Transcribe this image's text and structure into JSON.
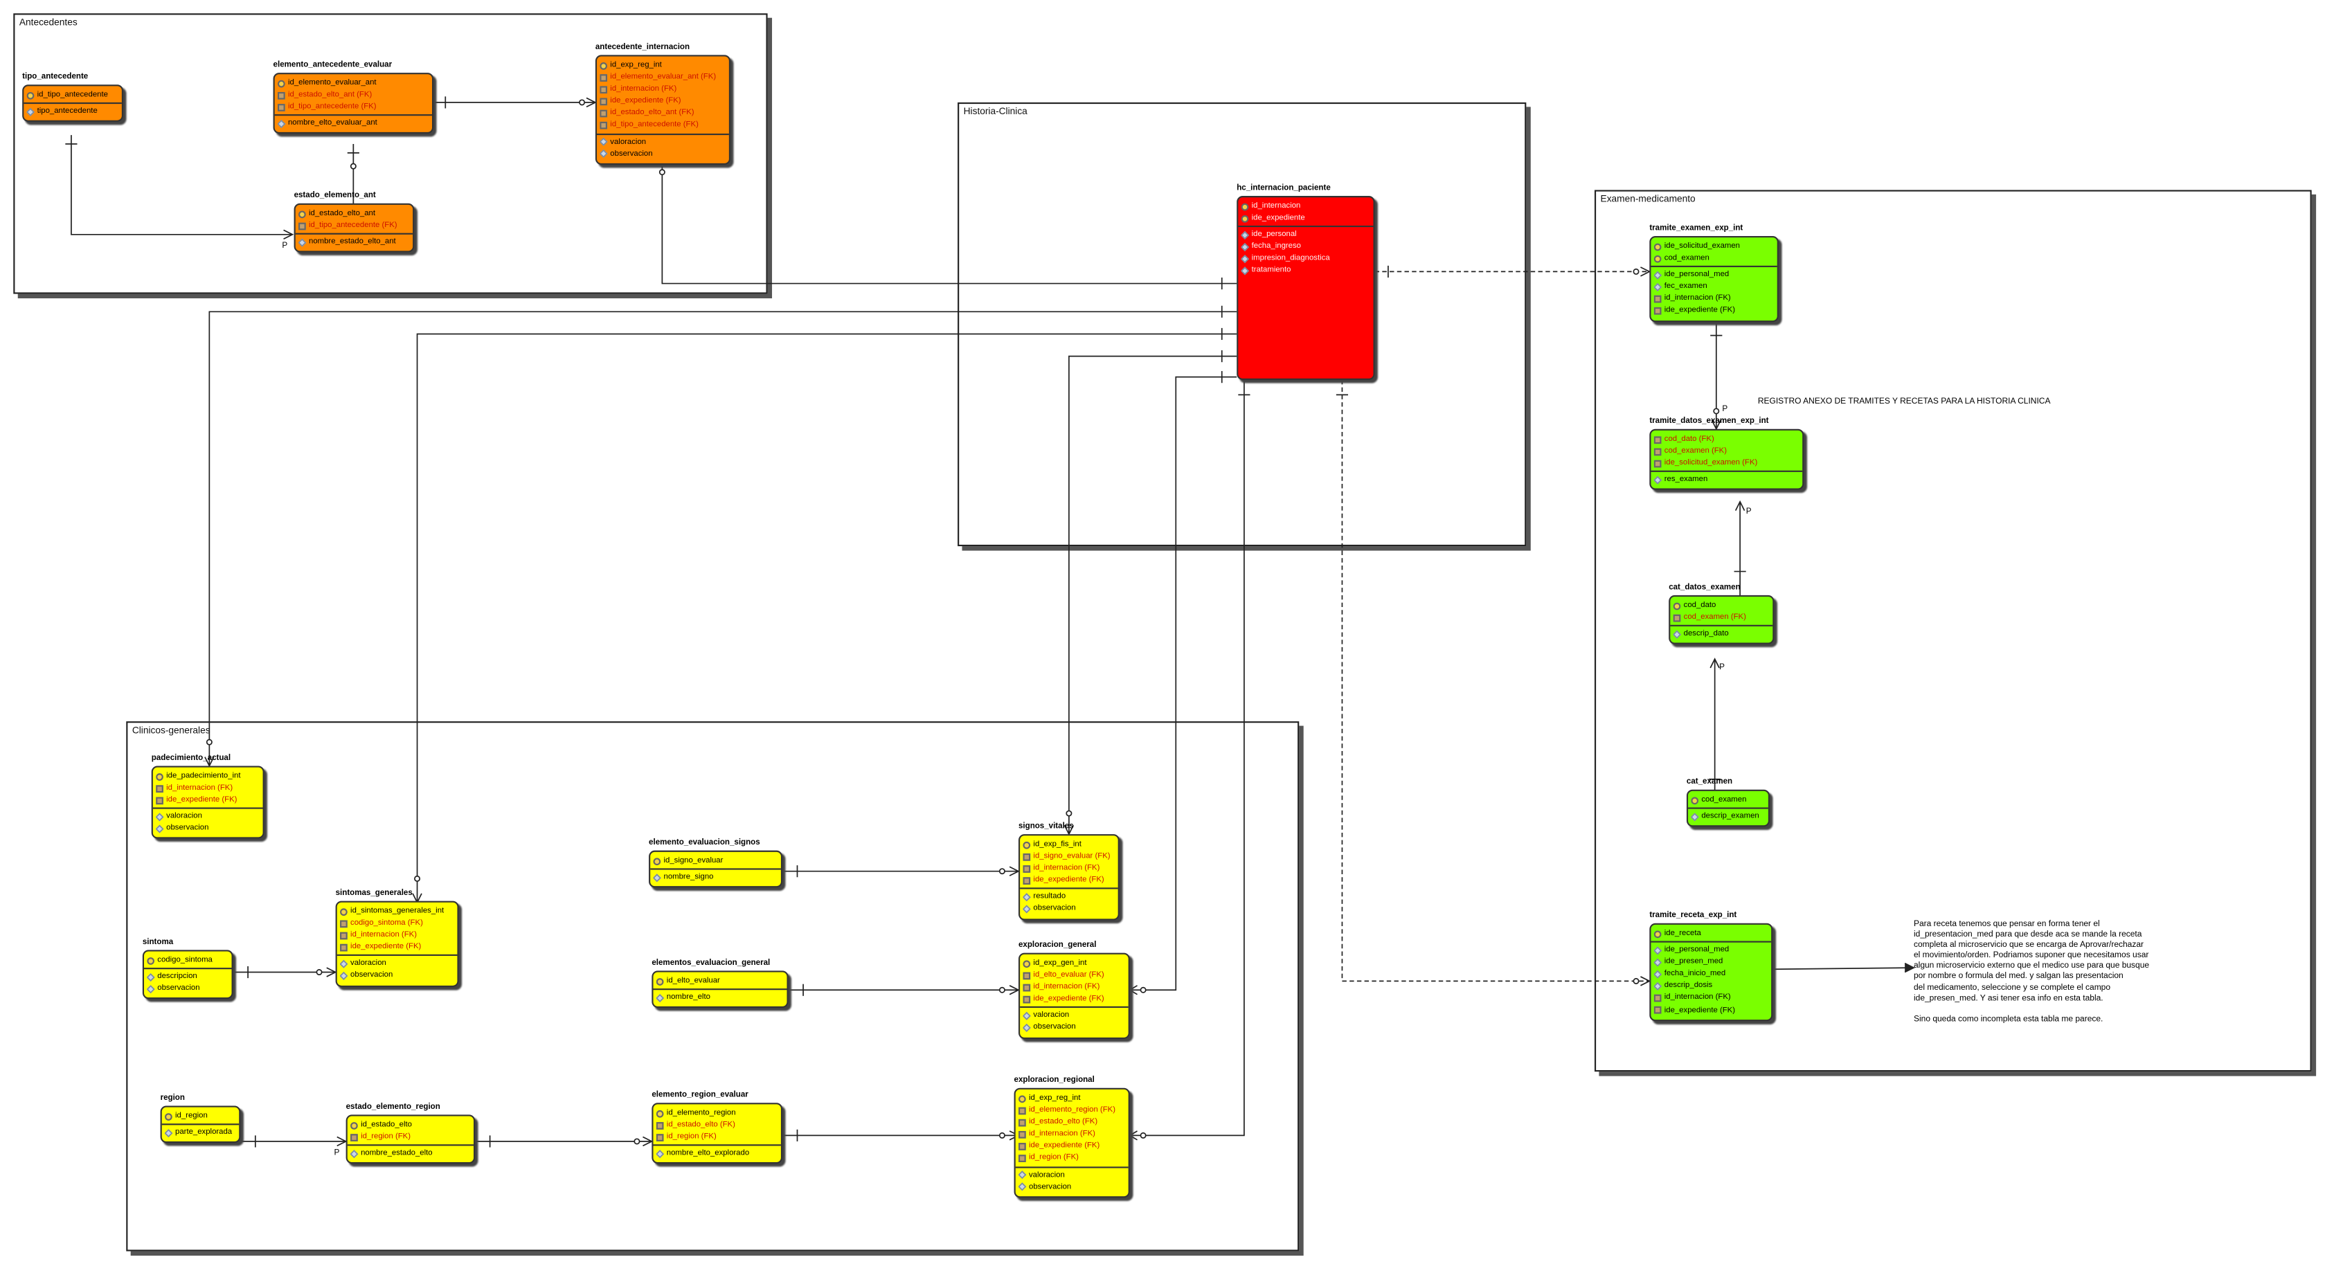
{
  "areas": {
    "antecedentes": "Antecedentes",
    "historia": "Historia-Clinica",
    "examen": "Examen-medicamento",
    "clinicos": "Clinicos-generales"
  },
  "notes": {
    "registro": "REGISTRO ANEXO DE TRAMITES Y RECETAS PARA LA HISTORIA CLINICA",
    "receta_lines": [
      "Para receta tenemos que pensar en forma tener el",
      "id_presentacion_med para que desde aca se mande la receta",
      "completa al microservicio que se encarga de Aprovar/rechazar",
      "el movimiento/orden. Podriamos suponer que necesitamos usar",
      "algun microservicio externo que el medico use para que  busque",
      "por nombre o formula del med. y salgan las  presentacion",
      "del medicamento, seleccione y se complete el campo",
      "ide_presen_med. Y asi tener esa info en esta tabla.",
      "",
      "Sino queda como incompleta esta tabla me parece."
    ]
  },
  "relation_labels": {
    "p": "P"
  },
  "entities": {
    "tipo_antecedente": {
      "name": "tipo_antecedente",
      "sections": [
        [
          {
            "text": "id_tipo_antecedente",
            "type": "key"
          }
        ],
        [
          {
            "text": "tipo_antecedente",
            "type": "col"
          }
        ]
      ]
    },
    "elemento_antecedente_evaluar": {
      "name": "elemento_antecedente_evaluar",
      "sections": [
        [
          {
            "text": "id_elemento_evaluar_ant",
            "type": "key"
          },
          {
            "text": "id_estado_elto_ant (FK)",
            "type": "fk"
          },
          {
            "text": "id_tipo_antecedente (FK)",
            "type": "fk"
          }
        ],
        [
          {
            "text": "nombre_elto_evaluar_ant",
            "type": "col"
          }
        ]
      ]
    },
    "antecedente_internacion": {
      "name": "antecedente_internacion",
      "sections": [
        [
          {
            "text": "id_exp_reg_int",
            "type": "key"
          },
          {
            "text": "id_elemento_evaluar_ant (FK)",
            "type": "fk"
          },
          {
            "text": "id_internacion (FK)",
            "type": "fk"
          },
          {
            "text": "ide_expediente (FK)",
            "type": "fk"
          },
          {
            "text": "id_estado_elto_ant (FK)",
            "type": "fk"
          },
          {
            "text": "id_tipo_antecedente (FK)",
            "type": "fk"
          }
        ],
        [
          {
            "text": "valoracion",
            "type": "col"
          },
          {
            "text": "observacion",
            "type": "col"
          }
        ]
      ]
    },
    "estado_elemento_ant": {
      "name": "estado_elemento_ant",
      "sections": [
        [
          {
            "text": "id_estado_elto_ant",
            "type": "key"
          },
          {
            "text": "id_tipo_antecedente (FK)",
            "type": "fk"
          }
        ],
        [
          {
            "text": "nombre_estado_elto_ant",
            "type": "col"
          }
        ]
      ]
    },
    "hc_internacion_paciente": {
      "name": "hc_internacion_paciente",
      "sections": [
        [
          {
            "text": "id_internacion",
            "type": "key"
          },
          {
            "text": "ide_expediente",
            "type": "key"
          }
        ],
        [
          {
            "text": "ide_personal",
            "type": "col"
          },
          {
            "text": "fecha_ingreso",
            "type": "col"
          },
          {
            "text": "impresion_diagnostica",
            "type": "col"
          },
          {
            "text": "tratamiento",
            "type": "col"
          }
        ]
      ]
    },
    "tramite_examen_exp_int": {
      "name": "tramite_examen_exp_int",
      "sections": [
        [
          {
            "text": "ide_solicitud_examen",
            "type": "key"
          },
          {
            "text": "cod_examen",
            "type": "key"
          }
        ],
        [
          {
            "text": "ide_personal_med",
            "type": "col"
          },
          {
            "text": "fec_examen",
            "type": "col"
          },
          {
            "text": "id_internacion (FK)",
            "type": "fkcol"
          },
          {
            "text": "ide_expediente (FK)",
            "type": "fkcol"
          }
        ]
      ]
    },
    "tramite_datos_examen_exp_int": {
      "name": "tramite_datos_examen_exp_int",
      "sections": [
        [
          {
            "text": "cod_dato (FK)",
            "type": "fk"
          },
          {
            "text": "cod_examen (FK)",
            "type": "fk"
          },
          {
            "text": "ide_solicitud_examen (FK)",
            "type": "fk"
          }
        ],
        [
          {
            "text": "res_examen",
            "type": "col"
          }
        ]
      ]
    },
    "cat_datos_examen": {
      "name": "cat_datos_examen",
      "sections": [
        [
          {
            "text": "cod_dato",
            "type": "key"
          },
          {
            "text": "cod_examen (FK)",
            "type": "fk"
          }
        ],
        [
          {
            "text": "descrip_dato",
            "type": "col"
          }
        ]
      ]
    },
    "cat_examen": {
      "name": "cat_examen",
      "sections": [
        [
          {
            "text": "cod_examen",
            "type": "key"
          }
        ],
        [
          {
            "text": "descrip_examen",
            "type": "col"
          }
        ]
      ]
    },
    "tramite_receta_exp_int": {
      "name": "tramite_receta_exp_int",
      "sections": [
        [
          {
            "text": "ide_receta",
            "type": "key"
          }
        ],
        [
          {
            "text": "ide_personal_med",
            "type": "col"
          },
          {
            "text": "ide_presen_med",
            "type": "col"
          },
          {
            "text": "fecha_inicio_med",
            "type": "col"
          },
          {
            "text": "descrip_dosis",
            "type": "col"
          },
          {
            "text": "id_internacion (FK)",
            "type": "fkcol"
          },
          {
            "text": "ide_expediente (FK)",
            "type": "fkcol"
          }
        ]
      ]
    },
    "padecimiento_actual": {
      "name": "padecimiento_actual",
      "sections": [
        [
          {
            "text": "ide_padecimiento_int",
            "type": "key"
          },
          {
            "text": "id_internacion (FK)",
            "type": "fk"
          },
          {
            "text": "ide_expediente (FK)",
            "type": "fk"
          }
        ],
        [
          {
            "text": "valoracion",
            "type": "col"
          },
          {
            "text": "observacion",
            "type": "col"
          }
        ]
      ]
    },
    "sintomas_generales": {
      "name": "sintomas_generales",
      "sections": [
        [
          {
            "text": "id_sintomas_generales_int",
            "type": "key"
          },
          {
            "text": "codigo_sintoma (FK)",
            "type": "fk"
          },
          {
            "text": "id_internacion (FK)",
            "type": "fk"
          },
          {
            "text": "ide_expediente (FK)",
            "type": "fk"
          }
        ],
        [
          {
            "text": "valoracion",
            "type": "col"
          },
          {
            "text": "observacion",
            "type": "col"
          }
        ]
      ]
    },
    "sintoma": {
      "name": "sintoma",
      "sections": [
        [
          {
            "text": "codigo_sintoma",
            "type": "key"
          }
        ],
        [
          {
            "text": "descripcion",
            "type": "col"
          },
          {
            "text": "observacion",
            "type": "col"
          }
        ]
      ]
    },
    "elemento_evaluacion_signos": {
      "name": "elemento_evaluacion_signos",
      "sections": [
        [
          {
            "text": "id_signo_evaluar",
            "type": "key"
          }
        ],
        [
          {
            "text": "nombre_signo",
            "type": "col"
          }
        ]
      ]
    },
    "signos_vitales": {
      "name": "signos_vitales",
      "sections": [
        [
          {
            "text": "id_exp_fis_int",
            "type": "key"
          },
          {
            "text": "id_signo_evaluar (FK)",
            "type": "fk"
          },
          {
            "text": "id_internacion (FK)",
            "type": "fk"
          },
          {
            "text": "ide_expediente (FK)",
            "type": "fk"
          }
        ],
        [
          {
            "text": "resultado",
            "type": "col"
          },
          {
            "text": "observacion",
            "type": "col"
          }
        ]
      ]
    },
    "elementos_evaluacion_general": {
      "name": "elementos_evaluacion_general",
      "sections": [
        [
          {
            "text": "id_elto_evaluar",
            "type": "key"
          }
        ],
        [
          {
            "text": "nombre_elto",
            "type": "col"
          }
        ]
      ]
    },
    "exploracion_general": {
      "name": "exploracion_general",
      "sections": [
        [
          {
            "text": "id_exp_gen_int",
            "type": "key"
          },
          {
            "text": "id_elto_evaluar (FK)",
            "type": "fk"
          },
          {
            "text": "id_internacion (FK)",
            "type": "fk"
          },
          {
            "text": "ide_expediente (FK)",
            "type": "fk"
          }
        ],
        [
          {
            "text": "valoracion",
            "type": "col"
          },
          {
            "text": "observacion",
            "type": "col"
          }
        ]
      ]
    },
    "region": {
      "name": "region",
      "sections": [
        [
          {
            "text": "id_region",
            "type": "key"
          }
        ],
        [
          {
            "text": "parte_explorada",
            "type": "col"
          }
        ]
      ]
    },
    "estado_elemento_region": {
      "name": "estado_elemento_region",
      "sections": [
        [
          {
            "text": "id_estado_elto",
            "type": "key"
          },
          {
            "text": "id_region (FK)",
            "type": "fk"
          }
        ],
        [
          {
            "text": "nombre_estado_elto",
            "type": "col"
          }
        ]
      ]
    },
    "elemento_region_evaluar": {
      "name": "elemento_region_evaluar",
      "sections": [
        [
          {
            "text": "id_elemento_region",
            "type": "key"
          },
          {
            "text": "id_estado_elto (FK)",
            "type": "fk"
          },
          {
            "text": "id_region (FK)",
            "type": "fk"
          }
        ],
        [
          {
            "text": "nombre_elto_explorado",
            "type": "col"
          }
        ]
      ]
    },
    "exploracion_regional": {
      "name": "exploracion_regional",
      "sections": [
        [
          {
            "text": "id_exp_reg_int",
            "type": "key"
          },
          {
            "text": "id_elemento_region (FK)",
            "type": "fk"
          },
          {
            "text": "id_estado_elto (FK)",
            "type": "fk"
          },
          {
            "text": "id_internacion (FK)",
            "type": "fk"
          },
          {
            "text": "ide_expediente (FK)",
            "type": "fk"
          },
          {
            "text": "id_region (FK)",
            "type": "fk"
          }
        ],
        [
          {
            "text": "valoracion",
            "type": "col"
          },
          {
            "text": "observacion",
            "type": "col"
          }
        ]
      ]
    }
  }
}
